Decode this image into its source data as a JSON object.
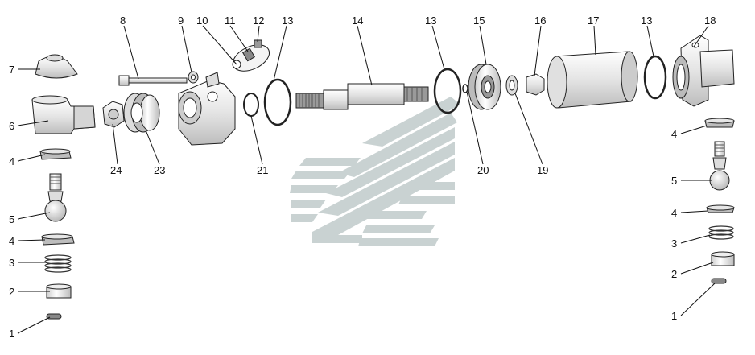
{
  "callouts": {
    "n1": "1",
    "n2": "2",
    "n3": "3",
    "n4": "4",
    "n5": "5",
    "n6": "6",
    "n7": "7",
    "n8": "8",
    "n9": "9",
    "n10": "10",
    "n11": "11",
    "n12": "12",
    "n13": "13",
    "n14": "14",
    "n15": "15",
    "n16": "16",
    "n17": "17",
    "n18": "18",
    "n19": "19",
    "n20": "20",
    "n21": "21",
    "n23": "23",
    "n24": "24"
  },
  "colors": {
    "watermark": "#c9d2d2",
    "part_fill": "#f2f2f2",
    "part_shade": "#cfcfcf",
    "line": "#222222"
  }
}
